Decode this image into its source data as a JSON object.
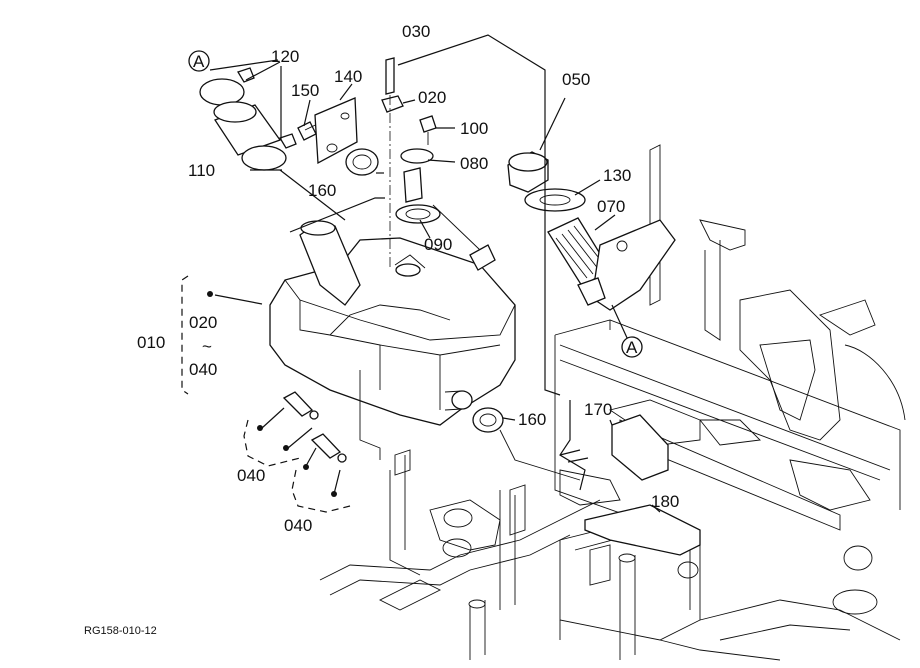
{
  "diagram": {
    "drawing_code": "RG158-010-12",
    "ref_marker": "A",
    "group": {
      "label": "010",
      "range_start": "020",
      "range_sep": "~",
      "range_end": "040"
    },
    "callouts": {
      "c030": "030",
      "c120": "120",
      "c140": "140",
      "c150": "150",
      "c020": "020",
      "c100": "100",
      "c050": "050",
      "c110": "110",
      "c080": "080",
      "c160a": "160",
      "c130": "130",
      "c070": "070",
      "c090": "090",
      "c160b": "160",
      "c170": "170",
      "c040a": "040",
      "c180": "180",
      "c040b": "040"
    }
  }
}
